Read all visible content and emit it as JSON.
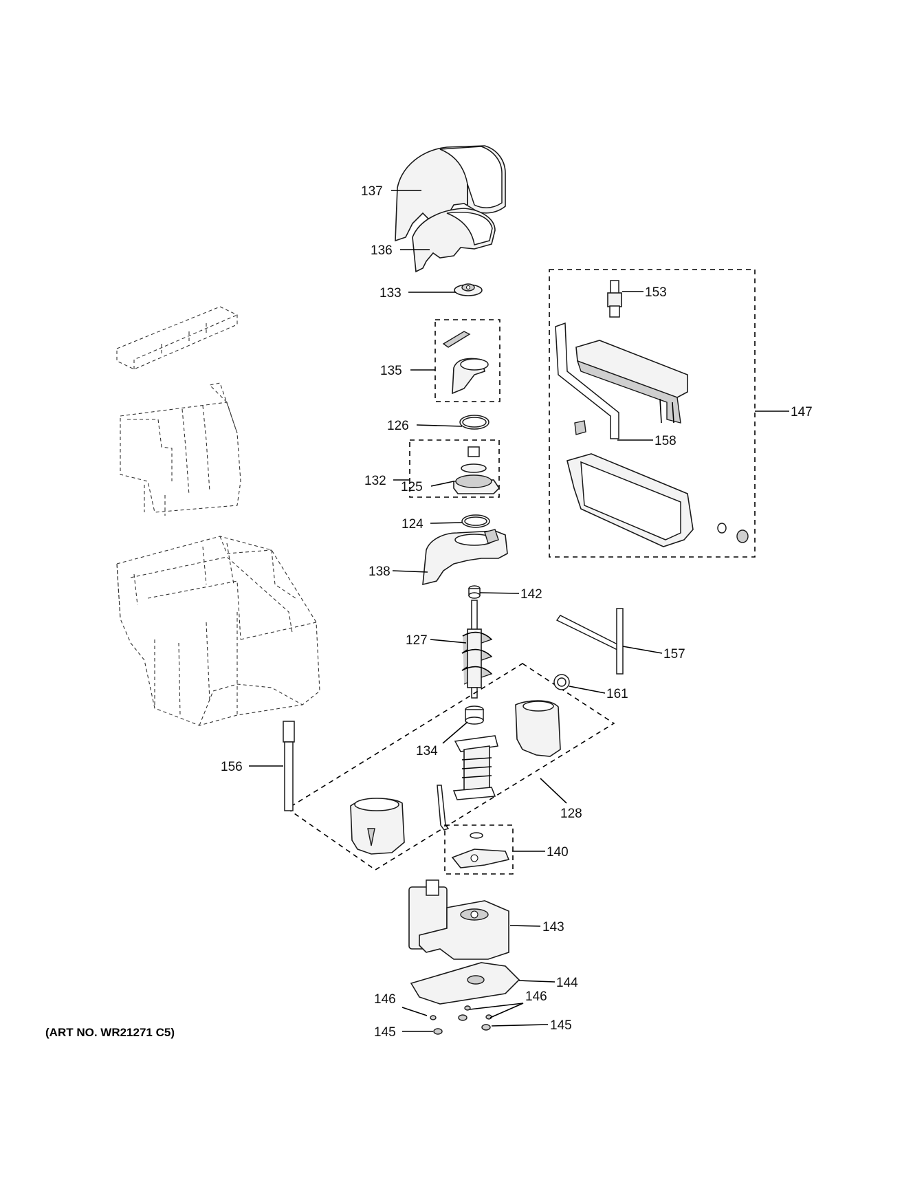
{
  "diagram": {
    "art_number": "(ART NO. WR21271 C5)",
    "callouts": {
      "c137": "137",
      "c136": "136",
      "c133": "133",
      "c135": "135",
      "c126": "126",
      "c132": "132",
      "c125": "125",
      "c124": "124",
      "c138": "138",
      "c142": "142",
      "c127": "127",
      "c134": "134",
      "c128": "128",
      "c140": "140",
      "c143": "143",
      "c144": "144",
      "c146a": "146",
      "c146b": "146",
      "c145a": "145",
      "c145b": "145",
      "c153": "153",
      "c147": "147",
      "c158": "158",
      "c157": "157",
      "c161": "161",
      "c156": "156"
    }
  }
}
